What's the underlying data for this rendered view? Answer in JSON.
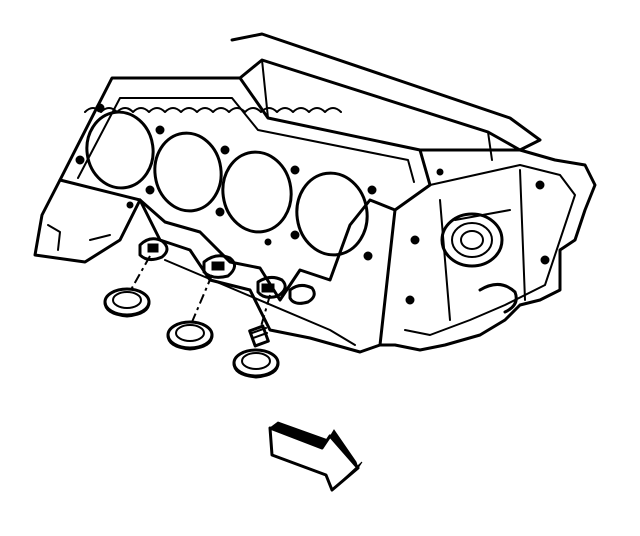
{
  "figure": {
    "subject": "engine-block-with-expansion-plugs",
    "ink_color": "#000000",
    "paper_color": "#ffffff",
    "cylinders_visible": 4,
    "plugs_shown": 3
  }
}
